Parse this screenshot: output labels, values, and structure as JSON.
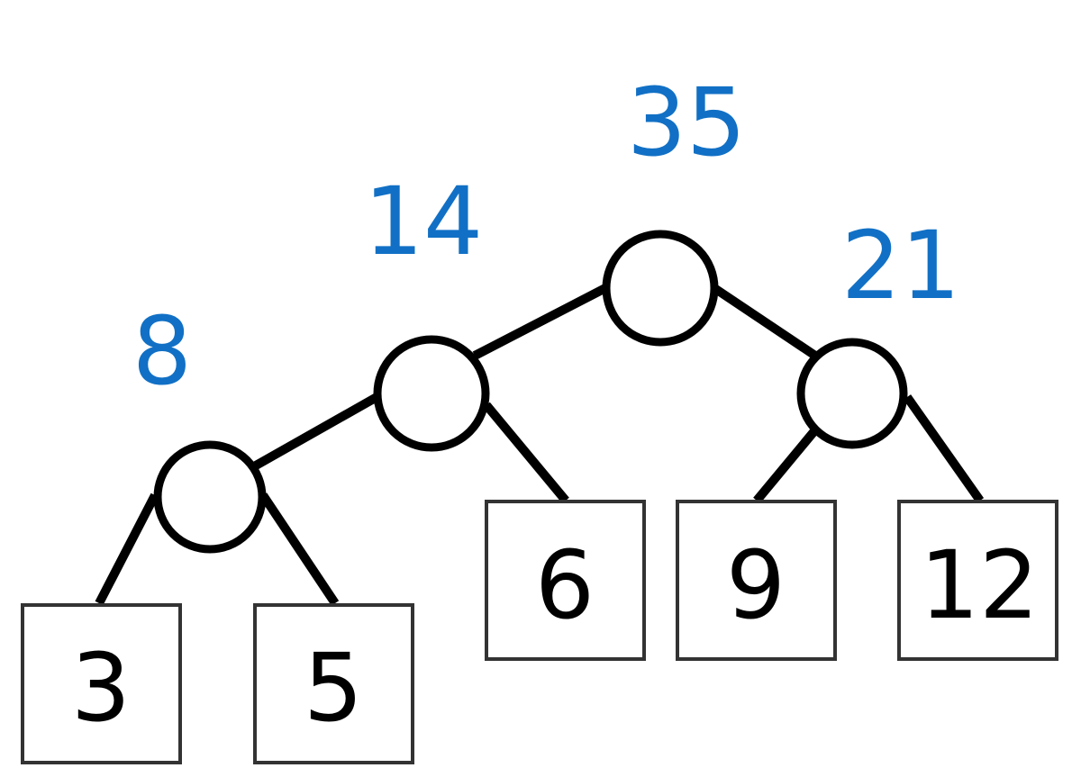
{
  "internal_nodes": [
    {
      "id": "root",
      "value": "35"
    },
    {
      "id": "left",
      "value": "14"
    },
    {
      "id": "right",
      "value": "21"
    },
    {
      "id": "left-left",
      "value": "8"
    }
  ],
  "leaves": [
    {
      "id": "leaf-3",
      "value": "3"
    },
    {
      "id": "leaf-5",
      "value": "5"
    },
    {
      "id": "leaf-6",
      "value": "6"
    },
    {
      "id": "leaf-9",
      "value": "9"
    },
    {
      "id": "leaf-12",
      "value": "12"
    }
  ],
  "colors": {
    "sum_label": "#1170c5",
    "edge": "#000000",
    "box_border": "#333333"
  }
}
